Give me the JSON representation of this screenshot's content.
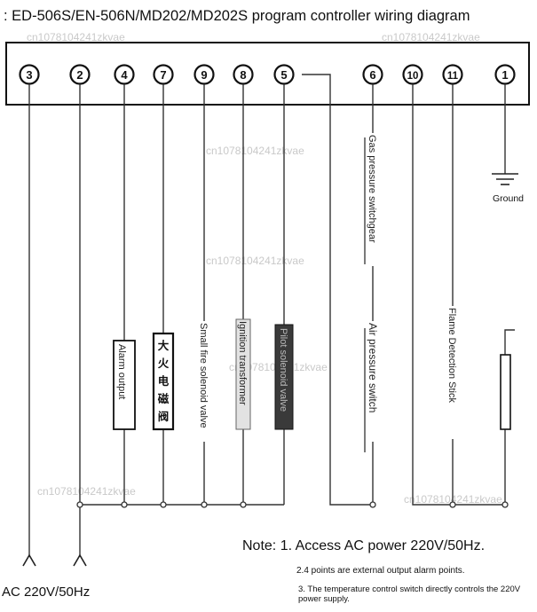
{
  "title": ": ED-506S/EN-506N/MD202/MD202S program controller wiring diagram",
  "watermark": "cn1078104241zkvae",
  "terminals": [
    "3",
    "2",
    "4",
    "7",
    "9",
    "8",
    "5",
    "6",
    "10",
    "11",
    "1"
  ],
  "labels": {
    "alarm_output": "Alarm output",
    "big_fire_valve": "大火电磁阀",
    "small_fire_valve": "Small fire solenoid valve",
    "ignition_transformer": "Ignition transformer",
    "pilot_valve": "Pilot solenoid valve",
    "gas_pressure_switch": "Gas pressure switchgear",
    "air_pressure_switch": "Air pressure switch",
    "flame_detection_switch": "Flame Detection Stick",
    "ground": "Ground"
  },
  "notes": {
    "note1": "Note: 1. Access AC power 220V/50Hz.",
    "note2": "2.4 points are external output alarm points.",
    "note3": "3. The temperature control switch directly controls the 220V power supply."
  },
  "power_label": "AC 220V/50Hz"
}
